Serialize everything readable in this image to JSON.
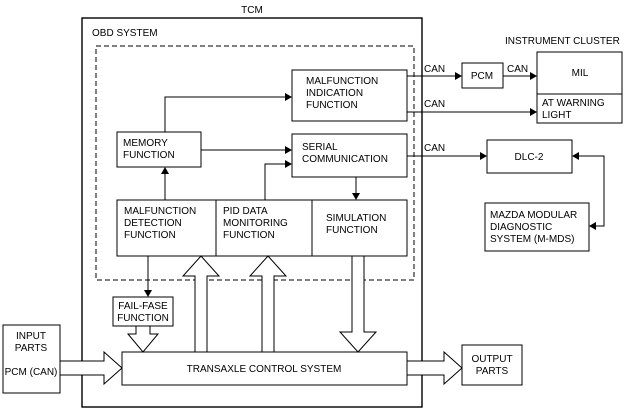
{
  "tcm": {
    "title": "TCM"
  },
  "obd": {
    "title": "OBD SYSTEM"
  },
  "instrument_cluster": {
    "title": "INSTRUMENT CLUSTER"
  },
  "boxes": {
    "mil_function": [
      "MALFUNCTION",
      "INDICATION",
      "FUNCTION"
    ],
    "memory": [
      "MEMORY",
      "FUNCTION"
    ],
    "serial": [
      "SERIAL",
      "COMMUNICATION"
    ],
    "malfunction_detection": [
      "MALFUNCTION",
      "DETECTION",
      "FUNCTION"
    ],
    "pid": [
      "PID DATA",
      "MONITORING",
      "FUNCTION"
    ],
    "simulation": [
      "SIMULATION",
      "FUNCTION"
    ],
    "pcm": [
      "PCM"
    ],
    "mil": [
      "MIL"
    ],
    "at_warning": [
      "AT WARNING",
      "LIGHT"
    ],
    "dlc2": [
      "DLC-2"
    ],
    "mmds": [
      "MAZDA MODULAR",
      "DIAGNOSTIC",
      "SYSTEM (M-MDS)"
    ],
    "fail_safe": [
      "FAIL-FASE",
      "FUNCTION"
    ],
    "transaxle": [
      "TRANSAXLE CONTROL SYSTEM"
    ],
    "input_parts": [
      "INPUT",
      "PARTS",
      "",
      "PCM (CAN)"
    ],
    "output_parts": [
      "OUTPUT",
      "PARTS"
    ]
  },
  "connection_labels": {
    "can_to_pcm": "CAN",
    "can_pcm_to_mil": "CAN",
    "can_to_at_warning": "CAN",
    "can_to_dlc2": "CAN"
  }
}
